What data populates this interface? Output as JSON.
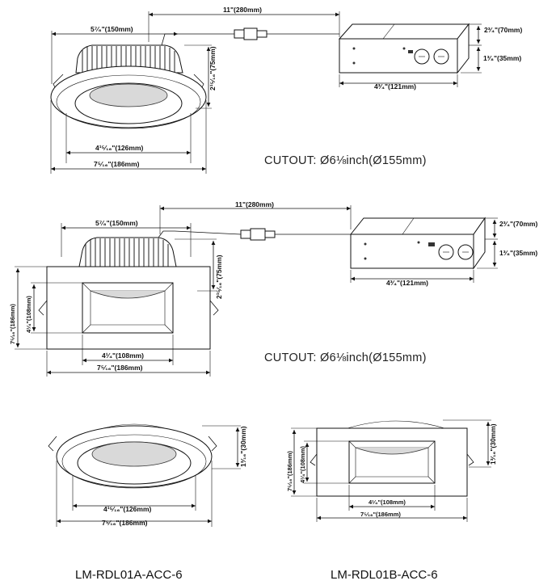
{
  "diagram1": {
    "cable_length": "11\"(280mm)",
    "body_width": "5⁷⁄₈\"(150mm)",
    "height": "2¹⁵⁄₁₆\"(75mm)",
    "inner_diameter": "4¹⁵⁄₁₆\"(126mm)",
    "outer_diameter": "7⁵⁄₁₆\"(186mm)",
    "box_height": "2³⁄₄\"(70mm)",
    "box_depth": "1³⁄₈\"(35mm)",
    "box_width": "4³⁄₄\"(121mm)",
    "cutout": "CUTOUT: Ø6⅛inch(Ø155mm)"
  },
  "diagram2": {
    "cable_length": "11\"(280mm)",
    "body_width": "5⁷⁄₈\"(150mm)",
    "height": "2¹⁵⁄₁₆\"(75mm)",
    "outer_height": "7⁵⁄₁₆\"(186mm)",
    "inner_height": "4¹⁄₄\"(108mm)",
    "inner_width": "4¹⁄₄\"(108mm)",
    "outer_width": "7⁵⁄₁₆\"(186mm)",
    "box_height": "2³⁄₄\"(70mm)",
    "box_depth": "1³⁄₈\"(35mm)",
    "box_width": "4³⁄₄\"(121mm)",
    "cutout": "CUTOUT: Ø6⅛inch(Ø155mm)"
  },
  "diagram3": {
    "height": "1³⁄₁₆\"(30mm)",
    "inner_diameter": "4¹⁵⁄₁₆\"(126mm)",
    "outer_diameter": "7⁵⁄₁₆\"(186mm)",
    "model": "LM-RDL01A-ACC-6"
  },
  "diagram4": {
    "height": "1³⁄₁₆\"(30mm)",
    "outer_height": "7⁵⁄₁₆\"(186mm)",
    "inner_height": "4¹⁄₄\"(108mm)",
    "inner_width": "4¹⁄₄\"(108mm)",
    "outer_width": "7⁵⁄₁₆\"(186mm)",
    "model": "LM-RDL01B-ACC-6"
  }
}
